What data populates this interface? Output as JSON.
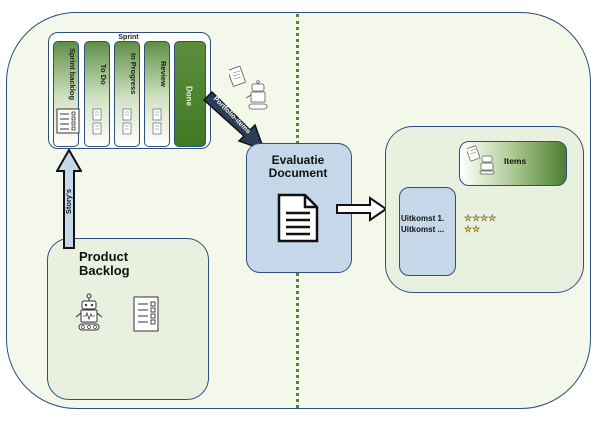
{
  "sprint": {
    "title": "Sprint",
    "columns": [
      "Sprint backlog",
      "To Do",
      "In Progress",
      "Review"
    ],
    "done_label": "Done"
  },
  "product_backlog": {
    "title_line1": "Product",
    "title_line2": "Backlog"
  },
  "arrows": {
    "storys_label": "Story's",
    "portfolio_label": "Portfolio-items"
  },
  "document": {
    "title_line1": "Evaluatie",
    "title_line2": "Document"
  },
  "results": {
    "items_label": "Items",
    "uitkomst_line1": "Uitkomst 1.",
    "uitkomst_line2": "Uitkomst ...",
    "stars_row1": "★★★★",
    "stars_row2": "★★"
  },
  "colors": {
    "frame_border": "#2e4f7a",
    "green_dark": "#3f7a26",
    "blue_box": "#c5d8ea",
    "panel_green": "#e9f0df"
  }
}
